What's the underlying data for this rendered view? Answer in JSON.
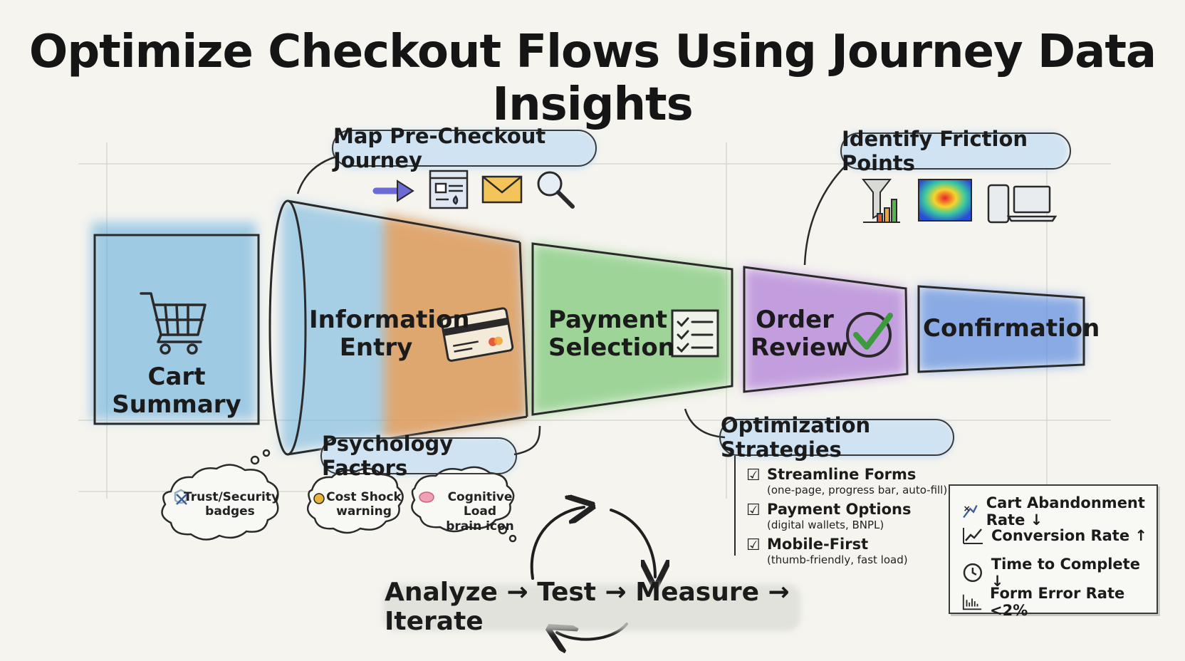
{
  "title": "Optimize Checkout Flows Using Journey Data Insights",
  "stages": [
    {
      "label_line1": "Cart",
      "label_line2": "Summary",
      "icon": "shopping-cart-icon",
      "color": "#5aa9dc"
    },
    {
      "label_line1": "Information",
      "label_line2": "Entry",
      "icon": "credit-card-icon",
      "color": "#f39a4a"
    },
    {
      "label_line1": "Payment",
      "label_line2": "Selection",
      "icon": "checklist-icon",
      "color": "#6fc46a"
    },
    {
      "label_line1": "Order",
      "label_line2": "Review",
      "icon": "checkmark-circle-icon",
      "color": "#a871d6"
    },
    {
      "label_line1": "Confirmation",
      "label_line2": "",
      "icon": "",
      "color": "#5b8be0"
    }
  ],
  "callouts": {
    "pre_checkout": {
      "label": "Map Pre-Checkout Journey",
      "icons": [
        "arrow-right-icon",
        "webpage-icon",
        "envelope-icon",
        "magnifier-icon"
      ]
    },
    "friction": {
      "label": "Identify Friction Points",
      "icons": [
        "funnel-chart-icon",
        "heatmap-icon",
        "devices-icon"
      ]
    },
    "psychology": {
      "label": "Psychology Factors",
      "clouds": [
        {
          "icon": "shield-x-icon",
          "line1": "Trust/Security",
          "line2": "badges"
        },
        {
          "icon": "money-bag-icon",
          "line1": "Cost Shock",
          "line2": "warning"
        },
        {
          "icon": "brain-icon",
          "line1": "Cognitive Load",
          "line2": "brain icon"
        }
      ]
    },
    "optimization": {
      "label": "Optimization Strategies",
      "items": [
        {
          "title": "Streamline Forms",
          "detail": "(one-page, progress bar, auto-fill)"
        },
        {
          "title": "Payment Options",
          "detail": "(digital wallets, BNPL)"
        },
        {
          "title": "Mobile-First",
          "detail": "(thumb-friendly, fast load)"
        }
      ]
    }
  },
  "metrics": [
    {
      "icon": "cart-abandon-icon",
      "label": "Cart Abandonment Rate ↓"
    },
    {
      "icon": "trend-up-icon",
      "label": "Conversion Rate ↑"
    },
    {
      "icon": "clock-icon",
      "label": "Time to Complete ↓"
    },
    {
      "icon": "form-chart-icon",
      "label": "Form Error Rate <2%"
    }
  ],
  "cycle": "Analyze → Test → Measure → Iterate",
  "check_glyph": "☑"
}
